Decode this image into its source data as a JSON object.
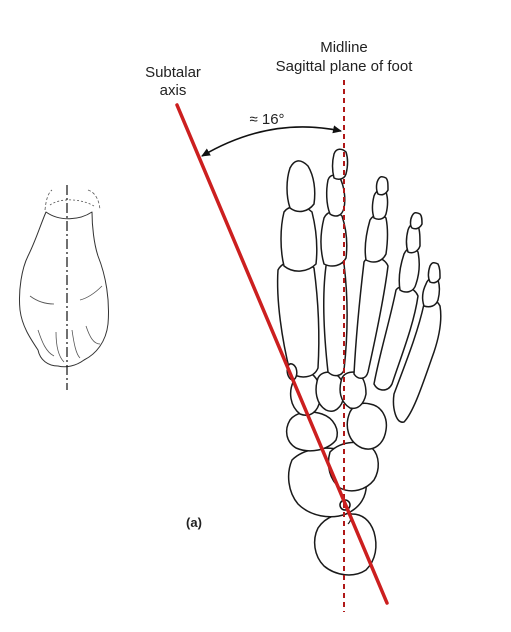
{
  "labels": {
    "midline": "Midline",
    "sagittal_plane": "Sagittal plane of foot",
    "subtalar_line1": "Subtalar",
    "subtalar_line2": "axis",
    "angle": "≈ 16°",
    "panel": "(a)"
  },
  "colors": {
    "subtalar_axis": "#cc1f1f",
    "midline": "#b01818",
    "bone_outline": "#1a1a1a",
    "text": "#222222"
  },
  "angle_deg": 16,
  "icons": {
    "foot_sketch": "foot-top-view-sketch-icon",
    "foot_skeleton": "foot-skeleton-diagram-icon"
  }
}
